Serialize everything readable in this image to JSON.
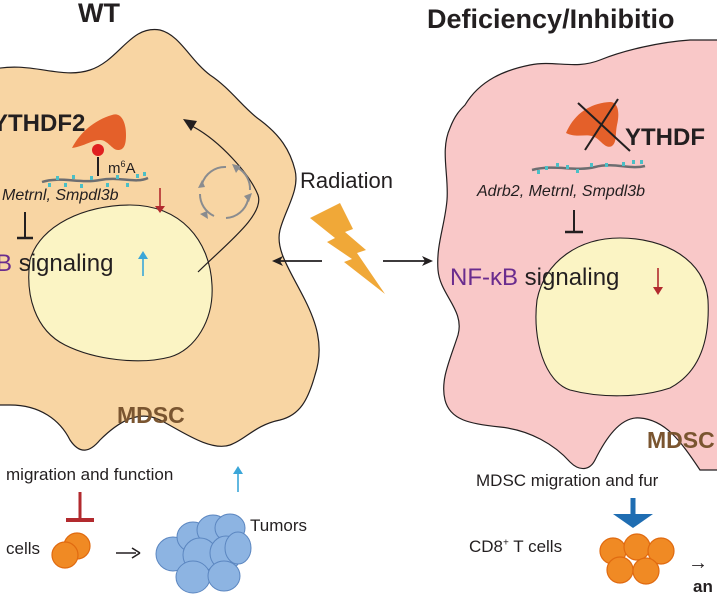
{
  "panels": {
    "left": {
      "title": "WT",
      "protein_label": "YTHDF2",
      "modification_label": "m",
      "modification_sup": "6",
      "modification_suffix": "A",
      "genes": "Metrnl, Smpdl3b",
      "genes_change": "down",
      "pathway_prefix": "B",
      "pathway_suffix": "signaling",
      "pathway_change": "up",
      "cell_label": "MDSC",
      "outcome": "migration and function",
      "outcome_change": "up",
      "target_label": "cells",
      "result_label": "Tumors"
    },
    "right": {
      "title": "Deficiency/Inhibitio",
      "protein_label": "YTHDF",
      "protein_state": "crossed-out",
      "genes": "Adrb2, Metrnl, Smpdl3b",
      "pathway_prefix": "NF-κB",
      "pathway_suffix": "signaling",
      "pathway_change": "down",
      "cell_label": "MDSC",
      "outcome": "MDSC migration and fur",
      "target_label_main": "CD8",
      "target_label_sup": "+",
      "target_label_rest": " T cells",
      "result_arrow": "→",
      "result_partial": "an"
    }
  },
  "center": {
    "stimulus": "Radiation",
    "icon": "lightning-bolt-icon"
  },
  "arrows": {
    "result_left": "→"
  },
  "colors": {
    "wt_cell": "#f8d5a3",
    "deficient_cell": "#f9c8c8",
    "nucleus": "#fbf4c4",
    "ythdf2": "#e4602a",
    "m6a_dot": "#e02020",
    "rna_strand": "#6d6e71",
    "rna_marks": "#4bbfc6",
    "up_arrow": "#3ba6d8",
    "down_arrow": "#b22a2e",
    "inhibit_red": "#b22a2e",
    "promote_blue": "#1f6db2",
    "lightning": "#f0a838",
    "tcell": "#f08a24",
    "tumor": "#8db4e2",
    "mdsc_text": "#7a5530",
    "nfkb_text": "#6a2c8e"
  }
}
